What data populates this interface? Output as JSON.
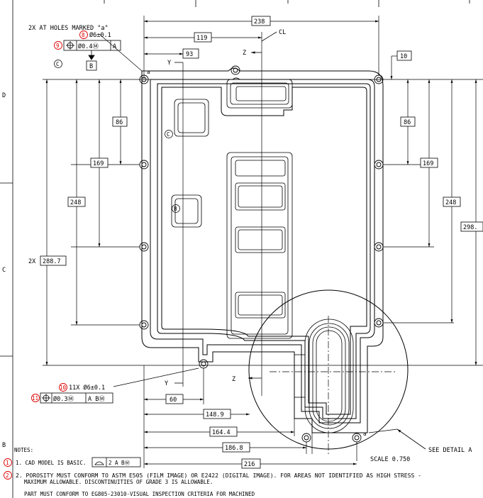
{
  "zones": {
    "d": "D",
    "c": "C",
    "b": "B"
  },
  "holes_note": "2X AT HOLES MARKED \"a\"",
  "callout_8": {
    "balloon": "8",
    "text": "Ø6±0.1"
  },
  "callout_9": {
    "balloon": "9",
    "tolerance": "Ø0.4Ⓜ",
    "datum": "A",
    "datum_b": "B"
  },
  "callout_10": {
    "balloon": "10",
    "text": "11X Ø6±0.1"
  },
  "callout_11": {
    "balloon": "11",
    "tolerance": "Ø0.3Ⓜ",
    "datums": "A BⓂ"
  },
  "datum_c": "C",
  "datum_b_small": "B",
  "hole_mark": "a",
  "dims": {
    "d238": "238",
    "d119": "119",
    "d93": "93",
    "d10": "10",
    "d86_left": "86",
    "d169_left": "169",
    "d248_left": "248",
    "d288": "288.7",
    "d288_prefix": "2X",
    "d86_right": "86",
    "d169_right": "169",
    "d248_right": "248",
    "d298": "298.",
    "d60": "60",
    "d148": "148.9",
    "d164": "164.4",
    "d186": "186.8",
    "d216": "216"
  },
  "axes": {
    "cl": "CL",
    "z_top": "Z",
    "y_top": "Y",
    "z_bottom": "Z",
    "y_bottom": "Y"
  },
  "scale_label": "SCALE 0.750",
  "detail_label": "SEE DETAIL A",
  "notes": {
    "heading": "NOTES:",
    "n1_balloon": "1",
    "n1": "1. CAD MODEL IS BASIC.",
    "n1_frame": "2 A BⓂ",
    "n2_balloon": "2",
    "n2_line1": "2. POROSITY MUST CONFORM TO ASTM E505 (FILM IMAGE) OR E2422 (DIGITAL IMAGE). FOR AREAS NOT IDENTIFIED AS HIGH STRESS -",
    "n2_line2": "MAXIMUM ALLOWABLE. DISCONTINUITIES OF GRADE 3 IS ALLOWABLE.",
    "n3": "PART MUST CONFORM TO EG805-23010-VISUAL INSPECTION CRITERIA FOR MACHINED"
  }
}
